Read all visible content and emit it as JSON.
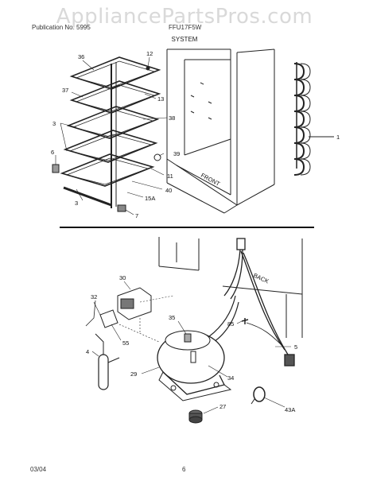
{
  "watermark": "AppliancePartsPros.com",
  "header": {
    "left": "Publication No. 5995",
    "right": "FFU17F5W"
  },
  "section_title": "SYSTEM",
  "upper_diagram": {
    "callouts": [
      "36",
      "12",
      "37",
      "13",
      "3",
      "38",
      "6",
      "39",
      "11",
      "40",
      "15A",
      "3",
      "7",
      "1"
    ],
    "panel_label": "FRONT"
  },
  "lower_diagram": {
    "callouts": [
      "30",
      "32",
      "55",
      "4",
      "35",
      "85",
      "29",
      "34",
      "5",
      "27",
      "43A"
    ],
    "panel_label": "BACK"
  },
  "footer": {
    "date": "03/04",
    "page": "6"
  }
}
